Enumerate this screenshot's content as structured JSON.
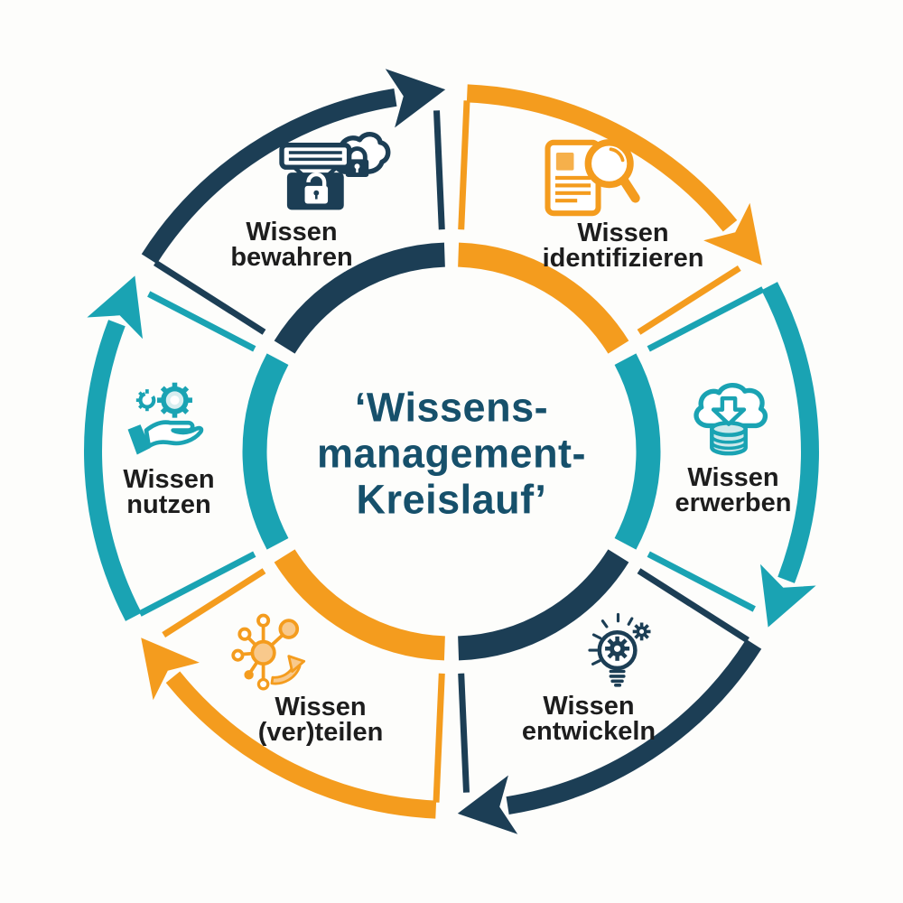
{
  "title": {
    "lines": [
      "‘Wissens-",
      "management-",
      "Kreislauf’"
    ],
    "text": "‘Wissensmanagement-Kreislauf’",
    "color": "#16506b"
  },
  "colors": {
    "navy": "#1c3e55",
    "orange": "#f49c1e",
    "teal": "#1aa3b3",
    "label_text": "#1d1d1d",
    "background": "#fdfdfb"
  },
  "diagram": {
    "type": "cycle",
    "direction": "clockwise",
    "segments": [
      {
        "id": "identifizieren",
        "label": "Wissen identifizieren",
        "label_lines": [
          "Wissen",
          "identifizieren"
        ],
        "color": "#f49c1e",
        "icon": "document-magnifier-icon",
        "position": "top-right"
      },
      {
        "id": "erwerben",
        "label": "Wissen erwerben",
        "label_lines": [
          "Wissen",
          "erwerben"
        ],
        "color": "#1aa3b3",
        "icon": "cloud-download-database-icon",
        "position": "right"
      },
      {
        "id": "entwickeln",
        "label": "Wissen entwickeln",
        "label_lines": [
          "Wissen",
          "entwickeln"
        ],
        "color": "#1c3e55",
        "icon": "lightbulb-gears-icon",
        "position": "bottom-right"
      },
      {
        "id": "verteilen",
        "label": "Wissen (ver)teilen",
        "label_lines": [
          "Wissen",
          "(ver)teilen"
        ],
        "color": "#f49c1e",
        "icon": "network-share-icon",
        "position": "bottom-left"
      },
      {
        "id": "nutzen",
        "label": "Wissen nutzen",
        "label_lines": [
          "Wissen",
          "nutzen"
        ],
        "color": "#1aa3b3",
        "icon": "hand-gears-icon",
        "position": "left"
      },
      {
        "id": "bewahren",
        "label": "Wissen bewahren",
        "label_lines": [
          "Wissen",
          "bewahren"
        ],
        "color": "#1c3e55",
        "icon": "archive-lock-cloud-icon",
        "position": "top-left"
      }
    ]
  }
}
